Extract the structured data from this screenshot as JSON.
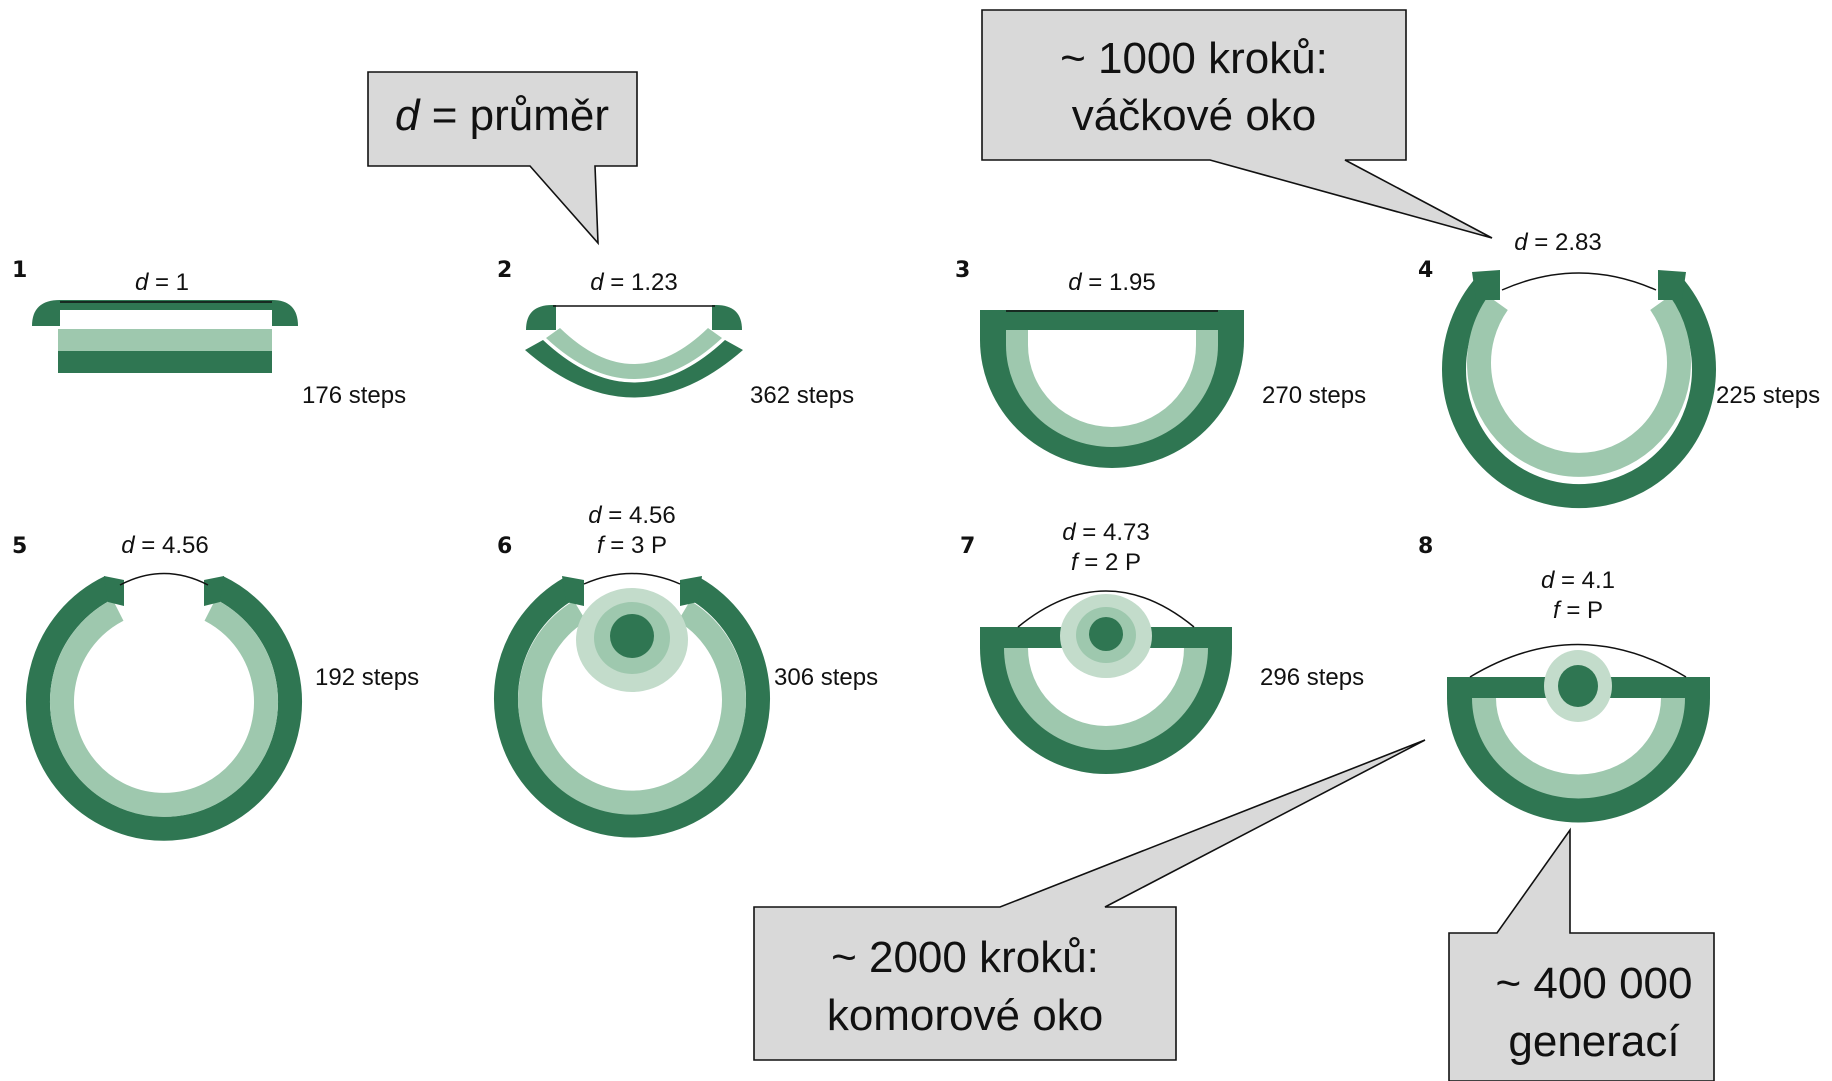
{
  "colors": {
    "dark_green": "#2f7652",
    "light_green": "#9ec8ae",
    "lighter_green": "#c3dccb",
    "callout_fill": "#d9d9d9"
  },
  "stages": [
    {
      "num": "1",
      "d_label": "d = 1",
      "steps": "176 steps"
    },
    {
      "num": "2",
      "d_label": "d = 1.23",
      "steps": "362 steps"
    },
    {
      "num": "3",
      "d_label": "d = 1.95",
      "steps": "270 steps"
    },
    {
      "num": "4",
      "d_label": "d = 2.83",
      "steps": "225 steps"
    },
    {
      "num": "5",
      "d_label": "d = 4.56",
      "steps": "192 steps"
    },
    {
      "num": "6",
      "d_label": "d = 4.56",
      "f_label": "f = 3 P",
      "steps": "306 steps"
    },
    {
      "num": "7",
      "d_label": "d = 4.73",
      "f_label": "f = 2 P",
      "steps": "296 steps"
    },
    {
      "num": "8",
      "d_label": "d = 4.1",
      "f_label": "f = P",
      "steps": ""
    }
  ],
  "callouts": {
    "diameter": {
      "var": "d",
      "rest": " = průměr"
    },
    "cup_eye": {
      "line1": "~ 1000 kroků:",
      "line2": "váčkové oko"
    },
    "chamber_eye": {
      "line1": "~ 2000 kroků:",
      "line2": "komorové oko"
    },
    "generations": {
      "line1": "~ 400 000",
      "line2": "generací"
    }
  }
}
